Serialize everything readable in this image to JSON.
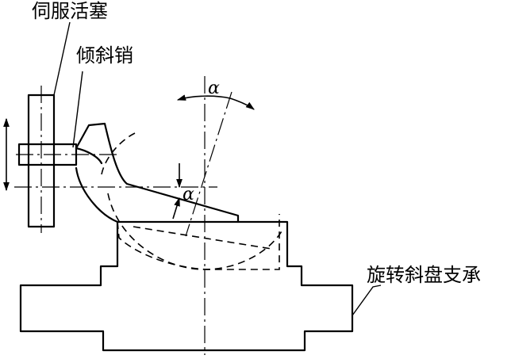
{
  "labels": {
    "servo_piston": "伺服活塞",
    "tilt_pin": "倾斜销",
    "swashplate_support": "旋转斜盘支承",
    "angle_top": "α",
    "angle_side": "α"
  },
  "colors": {
    "stroke": "#000000",
    "background": "#ffffff"
  }
}
